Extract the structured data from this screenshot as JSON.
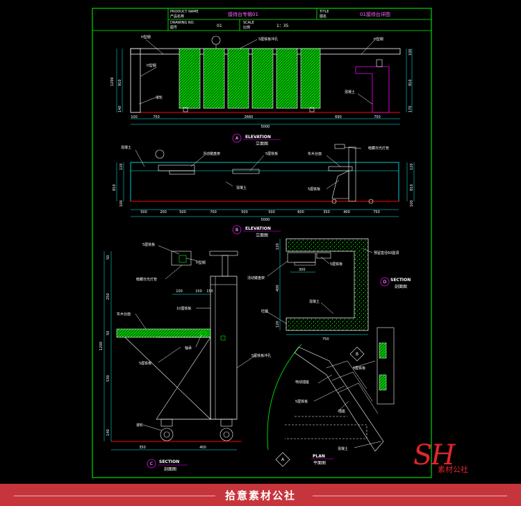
{
  "title_block": {
    "product_name_label": "PRODUCT NAME",
    "product_name_cn": "产品名称",
    "product_name": "接待台专辑01",
    "title_label": "TITLE",
    "title_cn": "图名",
    "title": "01接待台详图",
    "drawing_no_label": "DRAWING NO.",
    "drawing_no_cn": "图号",
    "drawing_no": "01",
    "scale_label": "SCALE",
    "scale_cn": "比例",
    "scale": "1：35"
  },
  "elevation_a": {
    "marker": "A",
    "title": "ELEVATION",
    "subtitle": "立面图",
    "labels": [
      "H型钢",
      "H型钢",
      "滚轮",
      "5厘铁板冲孔",
      "H型钢",
      "混凝土"
    ],
    "dims_bottom": [
      "100",
      "750",
      "2660",
      "690",
      "750"
    ],
    "dim_total": "5000",
    "dims_left": [
      "1200",
      "910",
      "140"
    ],
    "dims_right": [
      "100",
      "910",
      "170"
    ]
  },
  "elevation_b": {
    "marker": "B",
    "title": "ELEVATION",
    "subtitle": "立面图",
    "labels": [
      "混凝土",
      "活动键盘架",
      "5厘铁板",
      "实木台面",
      "暗藏日光灯管",
      "混凝土",
      "5厘铁板"
    ],
    "dims_bottom": [
      "500",
      "200",
      "500",
      "700",
      "500",
      "500",
      "600",
      "350",
      "400",
      "750"
    ],
    "dim_total": "5000",
    "dims_left": [
      "120",
      "810",
      "100"
    ],
    "dims_right": [
      "120",
      "810",
      "100"
    ]
  },
  "section_c": {
    "marker": "C",
    "title": "SECTION",
    "subtitle": "剖面图",
    "labels": [
      "5厘铁板",
      "H型钢",
      "暗藏日光灯管",
      "10厘铁板",
      "实木台面",
      "轴承",
      "5厘铁板",
      "5厘铁板冲孔",
      "滚轮"
    ],
    "dims_top": [
      "100",
      "150",
      "150"
    ],
    "dims_left": [
      "50",
      "250",
      "50",
      "530",
      "140"
    ],
    "dim_left_total": "1200",
    "dims_bottom": [
      "350",
      "400"
    ]
  },
  "section_d": {
    "marker": "D",
    "title": "SECTION",
    "subtitle": "剖面图",
    "labels": [
      "预留直径60圆洞",
      "活动键盘架",
      "5厘铁板",
      "混凝土",
      "砼腿"
    ],
    "dims": [
      "300",
      "120",
      "400",
      "120",
      "750"
    ]
  },
  "plan": {
    "marker": "A",
    "title": "PLAN",
    "subtitle": "平面图",
    "section_marker": "B",
    "labels": [
      "电动插座",
      "5厘铁板",
      "插座",
      "5厘铁板",
      "混凝土"
    ]
  },
  "logo": {
    "mark": "SH",
    "text": "素材公社"
  },
  "banner": {
    "text": "拾意素材公社"
  },
  "colors": {
    "background": "#000000",
    "frame": "#00ff00",
    "line": "#ffffff",
    "dimension": "#00ffff",
    "annotation": "#ff00ff",
    "hatch": "#00ff00",
    "floor": "#ff0000",
    "banner": "#c7353c",
    "logo": "#e0262d"
  }
}
